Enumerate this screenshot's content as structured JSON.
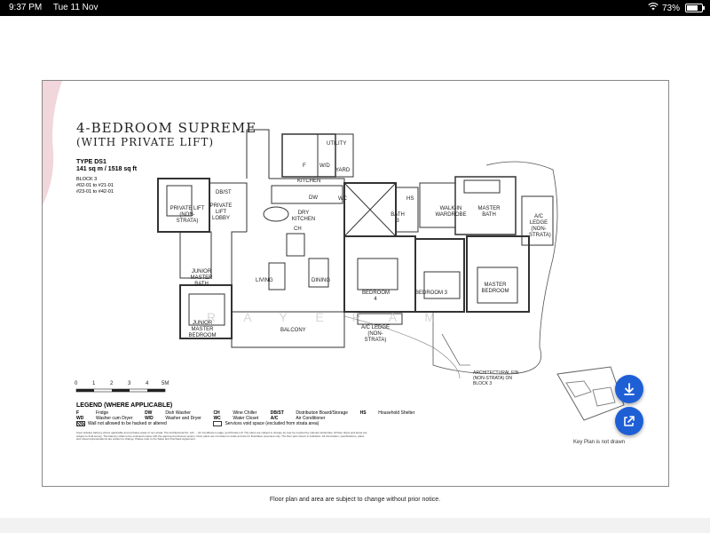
{
  "status_bar": {
    "time": "9:37 PM",
    "date": "Tue 11 Nov",
    "battery_percent": "73%",
    "battery_level": 0.73
  },
  "plan": {
    "title_line1": "4-BEDROOM SUPREME",
    "title_line2": "(WITH PRIVATE LIFT)",
    "type": "TYPE DS1",
    "area": "141 sq m / 1518 sq ft",
    "block": "BLOCK 3",
    "units1": "#02-01 to #21-01",
    "units2": "#23-01 to #42-01",
    "watermark": "R A Y E    R A M",
    "rooms": {
      "utility": "UTILITY",
      "yard": "YARD",
      "kitchen": "KITCHEN",
      "dry_kitchen": "DRY KITCHEN",
      "private_lift": "PRIVATE LIFT (NON-STRATA)",
      "private_lift_lobby": "PRIVATE LIFT LOBBY",
      "dbst": "DB/ST",
      "junior_master_bath": "JUNIOR MASTER BATH",
      "living": "LIVING",
      "dining": "DINING",
      "junior_master_bedroom": "JUNIOR MASTER BEDROOM",
      "balcony": "BALCONY",
      "bath3": "BATH 3",
      "walkin": "WALK-IN WARDROBE",
      "master_bath": "MASTER BATH",
      "ac_ledge_right": "A/C LEDGE (NON-STRATA)",
      "bedroom4": "BEDROOM 4",
      "bedroom3": "BEDROOM 3",
      "master_bedroom": "MASTER BEDROOM",
      "ac_ledge_bottom": "A/C LEDGE (NON-STRATA)",
      "wc": "WC",
      "hs": "HS",
      "ch": "CH",
      "fridge": "F",
      "wd": "W/D",
      "dw": "DW"
    },
    "arch_fin": "ARCHITECTURAL FIN (NON-STRATA) ON BLOCK 3",
    "scale_label": "5M",
    "scale_ticks": [
      "0",
      "1",
      "2",
      "3",
      "4",
      "5M"
    ],
    "legend_title": "LEGEND (WHERE APPLICABLE)",
    "legend": [
      {
        "code": "F",
        "label": "Fridge"
      },
      {
        "code": "DW",
        "label": "Dish Washer"
      },
      {
        "code": "CH",
        "label": "Wine Chiller"
      },
      {
        "code": "DB/ST",
        "label": "Distribution Board/Storage"
      },
      {
        "code": "HS",
        "label": "Household Shelter"
      },
      {
        "code": "WD",
        "label": "Washer cum Dryer"
      },
      {
        "code": "W/D",
        "label": "Washer and Dryer"
      },
      {
        "code": "WC",
        "label": "Water Closet"
      },
      {
        "code": "A/C",
        "label": "Air Conditioner"
      },
      {
        "code": "",
        "label": ""
      }
    ],
    "legend_notes": [
      "Wall not allowed to be hacked or altered",
      "Services void space (excluded from strata area)"
    ],
    "disclaimer": "Area includes balcony where applicable and excludes areas of non-strata. The Architectural Fin, A/C ... Air Conditioner Ledge, and Private Lift. The plans are subject to change as may be required by relevant authorities. All floor plans and areas are subject to final survey. The balcony shall not be enclosed unless with the approved enclosure system. Floor plans are not drawn to scale and are for illustrative purposes only. The floor plan shown is indicative. All information, specifications, plans and visual representations are subject to change. Please refer to the Sales and Purchase Agreement.",
    "keyplan_label": "Key Plan is not drawn"
  },
  "footer": {
    "note": "Floor plan and area are subject to change without prior notice."
  },
  "actions": {
    "download_icon": "download-arrow-icon",
    "share_icon": "share-box-arrow-icon",
    "accent": "#1e5fd6"
  }
}
